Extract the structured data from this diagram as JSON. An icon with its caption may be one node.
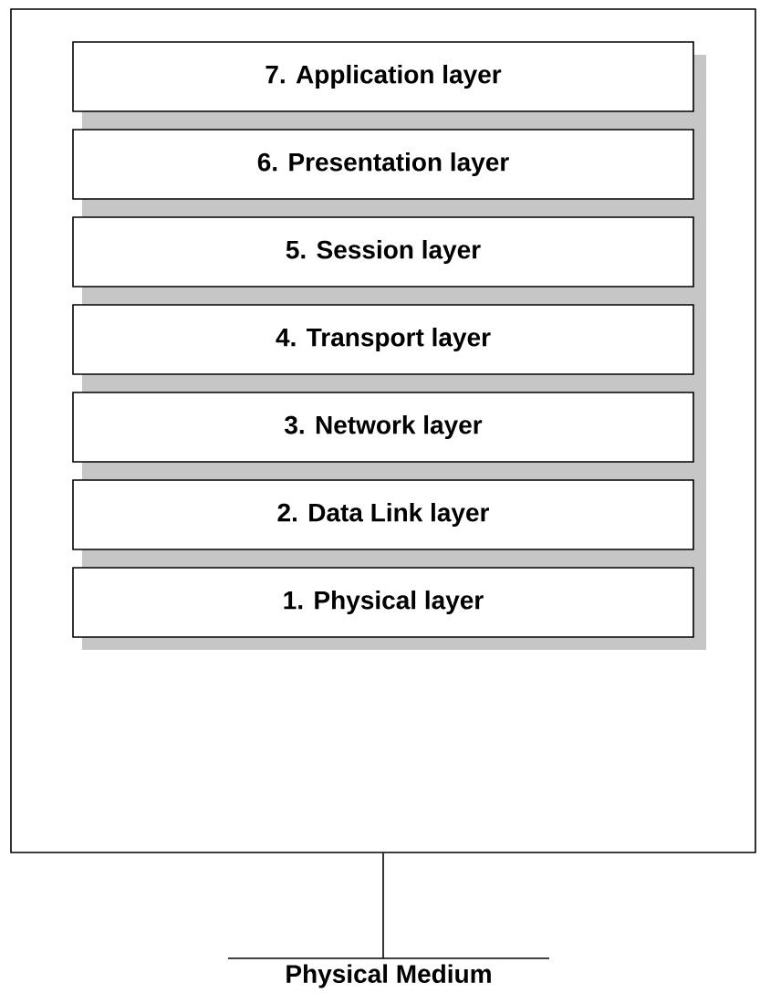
{
  "diagram": {
    "nodes": [
      {
        "text": [],
        "shape": "box"
      },
      {
        "text": [
          "7. Application layer"
        ],
        "in": 0
      },
      {
        "text": [
          "6. Presentation layer"
        ],
        "in": 0
      },
      {
        "text": [
          "5. Session layer"
        ],
        "in": 0
      },
      {
        "text": [
          "4. Transport layer"
        ],
        "in": 0
      },
      {
        "text": [
          "3. Network layer"
        ],
        "in": 0
      },
      {
        "text": [
          "2. Data Link layer"
        ],
        "in": 0
      },
      {
        "text": [
          "1. Physical layer"
        ],
        "in": 0
      },
      {
        "text": [
          "Physical Medium"
        ]
      }
    ],
    "edges": [
      {
        "from": 0,
        "to": 8,
        "arrow": "none"
      }
    ]
  }
}
